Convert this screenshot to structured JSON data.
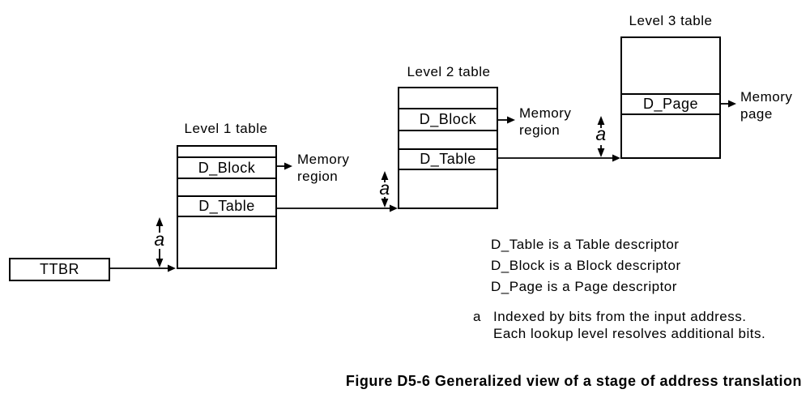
{
  "figure": {
    "ttbr_label": "TTBR",
    "index_label": "a",
    "tables": [
      {
        "title": "Level 1 table",
        "rows": {
          "block": "D_Block",
          "table": "D_Table"
        },
        "output": {
          "line1": "Memory",
          "line2": "region"
        }
      },
      {
        "title": "Level 2 table",
        "rows": {
          "block": "D_Block",
          "table": "D_Table"
        },
        "output": {
          "line1": "Memory",
          "line2": "region"
        }
      },
      {
        "title": "Level 3 table",
        "rows": {
          "page": "D_Page"
        },
        "output": {
          "line1": "Memory",
          "line2": "page"
        }
      }
    ],
    "legend": [
      "D_Table is a Table descriptor",
      "D_Block is a Block descriptor",
      "D_Page is a Page descriptor"
    ],
    "footnote": {
      "marker": "a",
      "line1": "Indexed by bits from the input address.",
      "line2": "Each lookup level resolves additional bits."
    },
    "caption": "Figure D5-6 Generalized view of a stage of address translation",
    "line_color": "#000000",
    "background_color": "#ffffff"
  }
}
